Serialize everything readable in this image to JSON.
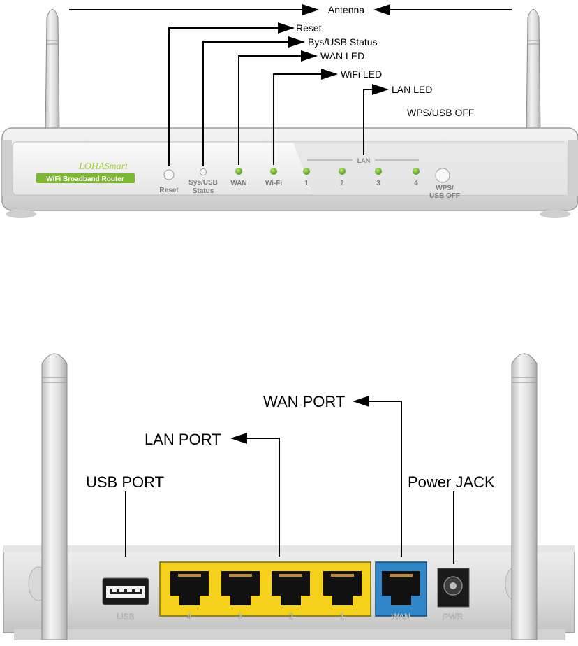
{
  "front": {
    "callouts": {
      "antenna": "Antenna",
      "reset": "Reset",
      "sys_usb_status": "Bys/USB Status",
      "wan_led": "WAN LED",
      "wifi_led": "WiFi LED",
      "lan_led": "LAN LED",
      "wps_usb_off": "WPS/USB OFF"
    },
    "panel": {
      "logo_text": "LOHASmart",
      "product_label": "WiFi Broadband Router",
      "reset_label": "Reset",
      "sys_label_1": "Sys/USB",
      "sys_label_2": "Status",
      "wan_label": "WAN",
      "wifi_label": "Wi-Fi",
      "lan_group_label": "LAN",
      "lan_ports": [
        "1",
        "2",
        "3",
        "4"
      ],
      "wps_label_1": "WPS/",
      "wps_label_2": "USB OFF"
    },
    "colors": {
      "led": "#6bb52a",
      "badge": "#7cb82f",
      "logo": "#a9cf3b"
    }
  },
  "back": {
    "callouts": {
      "wan_port": "WAN PORT",
      "lan_port": "LAN PORT",
      "usb_port": "USB PORT",
      "power_jack": "Power JACK"
    },
    "port_labels": {
      "usb": "USB",
      "lan": [
        "4",
        "3",
        "2",
        "1"
      ],
      "wan": "WAN",
      "pwr": "PWR"
    },
    "colors": {
      "lan_block": "#f6d11b",
      "wan_block": "#2f86c9"
    }
  }
}
